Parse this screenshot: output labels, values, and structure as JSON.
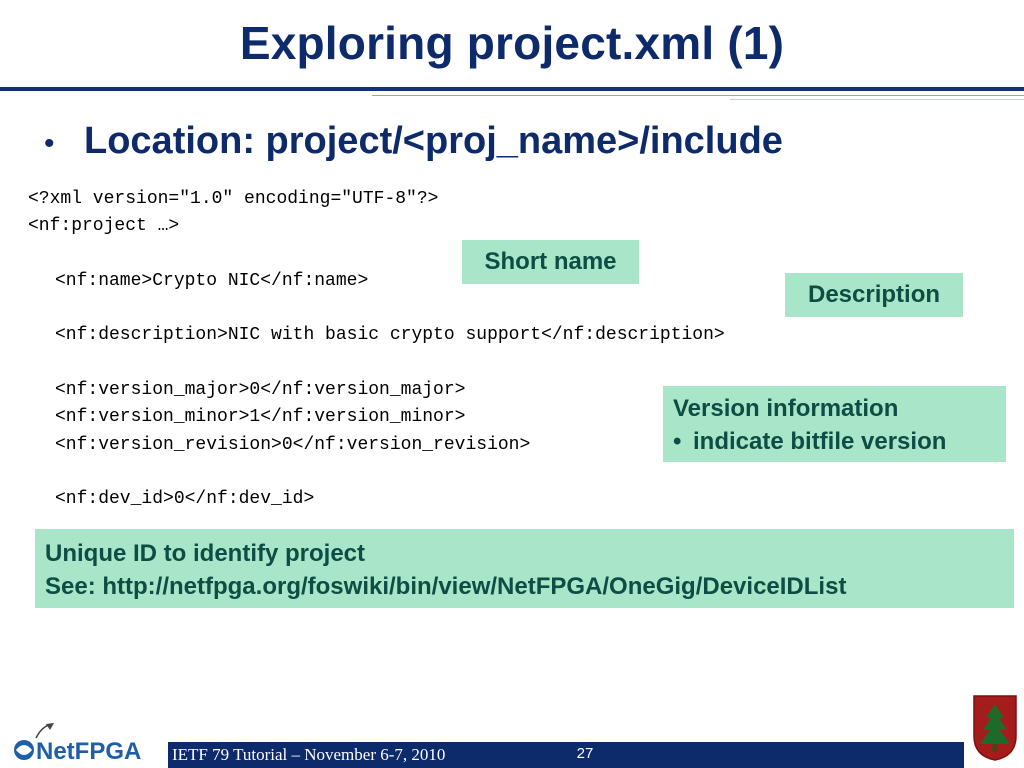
{
  "slide": {
    "title": "Exploring project.xml (1)",
    "bullet": "Location: project/<proj_name>/include",
    "bullet_marker": "•"
  },
  "code": {
    "lines": [
      "<?xml version=\"1.0\" encoding=\"UTF-8\"?>",
      "<nf:project …>",
      "",
      "<nf:name>Crypto NIC</nf:name>",
      "",
      "<nf:description>NIC with basic crypto support</nf:description>",
      "",
      "<nf:version_major>0</nf:version_major>",
      "<nf:version_minor>1</nf:version_minor>",
      "<nf:version_revision>0</nf:version_revision>",
      "",
      "<nf:dev_id>0</nf:dev_id>"
    ]
  },
  "callouts": {
    "short_name": "Short name",
    "description": "Description",
    "version_title": "Version information",
    "version_sub_marker": "•",
    "version_sub": "indicate bitfile version",
    "unique_line1": "Unique ID to identify project",
    "unique_line2": "See: http://netfpga.org/foswiki/bin/view/NetFPGA/OneGig/DeviceIDList"
  },
  "footer": {
    "text": "IETF 79 Tutorial – November 6-7, 2010",
    "page_number": "27",
    "logo_left_text": "NetFPGA",
    "logo_right_name": "stanford-logo"
  },
  "colors": {
    "title": "#0d2a6b",
    "callout_bg": "#a9e5c8",
    "callout_text": "#0d4d44",
    "footer_bar": "#0d2a6b"
  }
}
